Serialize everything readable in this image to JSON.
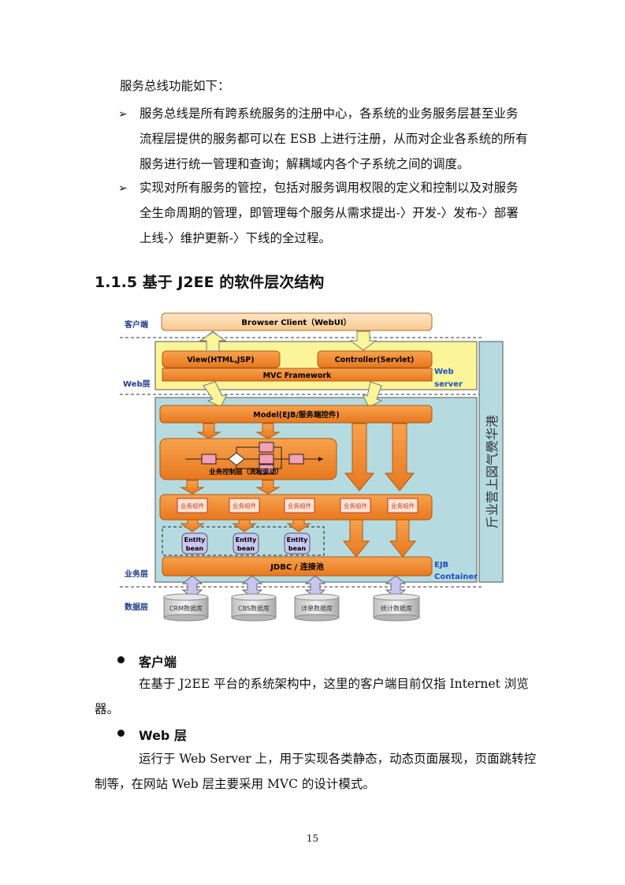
{
  "intro": "服务总线功能如下：",
  "bullets": [
    {
      "marker": "➢",
      "lines": [
        "服务总线是所有跨系统服务的注册中心，各系统的业务服务层甚至业务",
        "流程层提供的服务都可以在 ESB 上进行注册，从而对企业各系统的所有",
        "服务进行统一管理和查询；解耦域内各个子系统之间的调度。"
      ]
    },
    {
      "marker": "➢",
      "lines": [
        "实现对所有服务的管控，包括对服务调用权限的定义和控制以及对服务",
        "全生命周期的管理，即管理每个服务从需求提出-〉开发-〉发布-〉部署",
        "上线-〉维护更新-〉下线的全过程。"
      ]
    }
  ],
  "section_heading": "1.1.5 基于 J2EE 的软件层次结构",
  "diagram": {
    "layer_labels": {
      "client": "客户端",
      "web": "Web层",
      "business": "业务层",
      "data": "数据层"
    },
    "browser": "Browser Client（WebUI）",
    "view": "View(HTML,JSP)",
    "controller": "Controller(Servlet)",
    "mvc": "MVC Framework",
    "web_server": [
      "Web",
      "server"
    ],
    "model": "Model(EJB/服务端控件)",
    "flow_layer": "业务控制层（流程驱动）",
    "component": "业务组件",
    "entity": [
      "Entity",
      "bean"
    ],
    "jdbc": "JDBC / 连接池",
    "ejb_container": [
      "EJB",
      "Container"
    ],
    "databases": [
      "CRM数据库",
      "CBS数据库",
      "详单数据库",
      "统计数据库"
    ],
    "side_label": "斤业营上図气㸑华港"
  },
  "client_section": {
    "title": "客户端",
    "lines": [
      "在基于 J2EE 平台的系统架构中，这里的客户端目前仅指 Internet 浏览",
      "器。"
    ]
  },
  "web_section": {
    "title": "Web 层",
    "lines": [
      "运行于 Web Server 上，用于实现各类静态，动态页面展现，页面跳转控",
      "制等，在网站 Web 层主要采用 MVC 的设计模式。"
    ]
  },
  "page_number": "15"
}
